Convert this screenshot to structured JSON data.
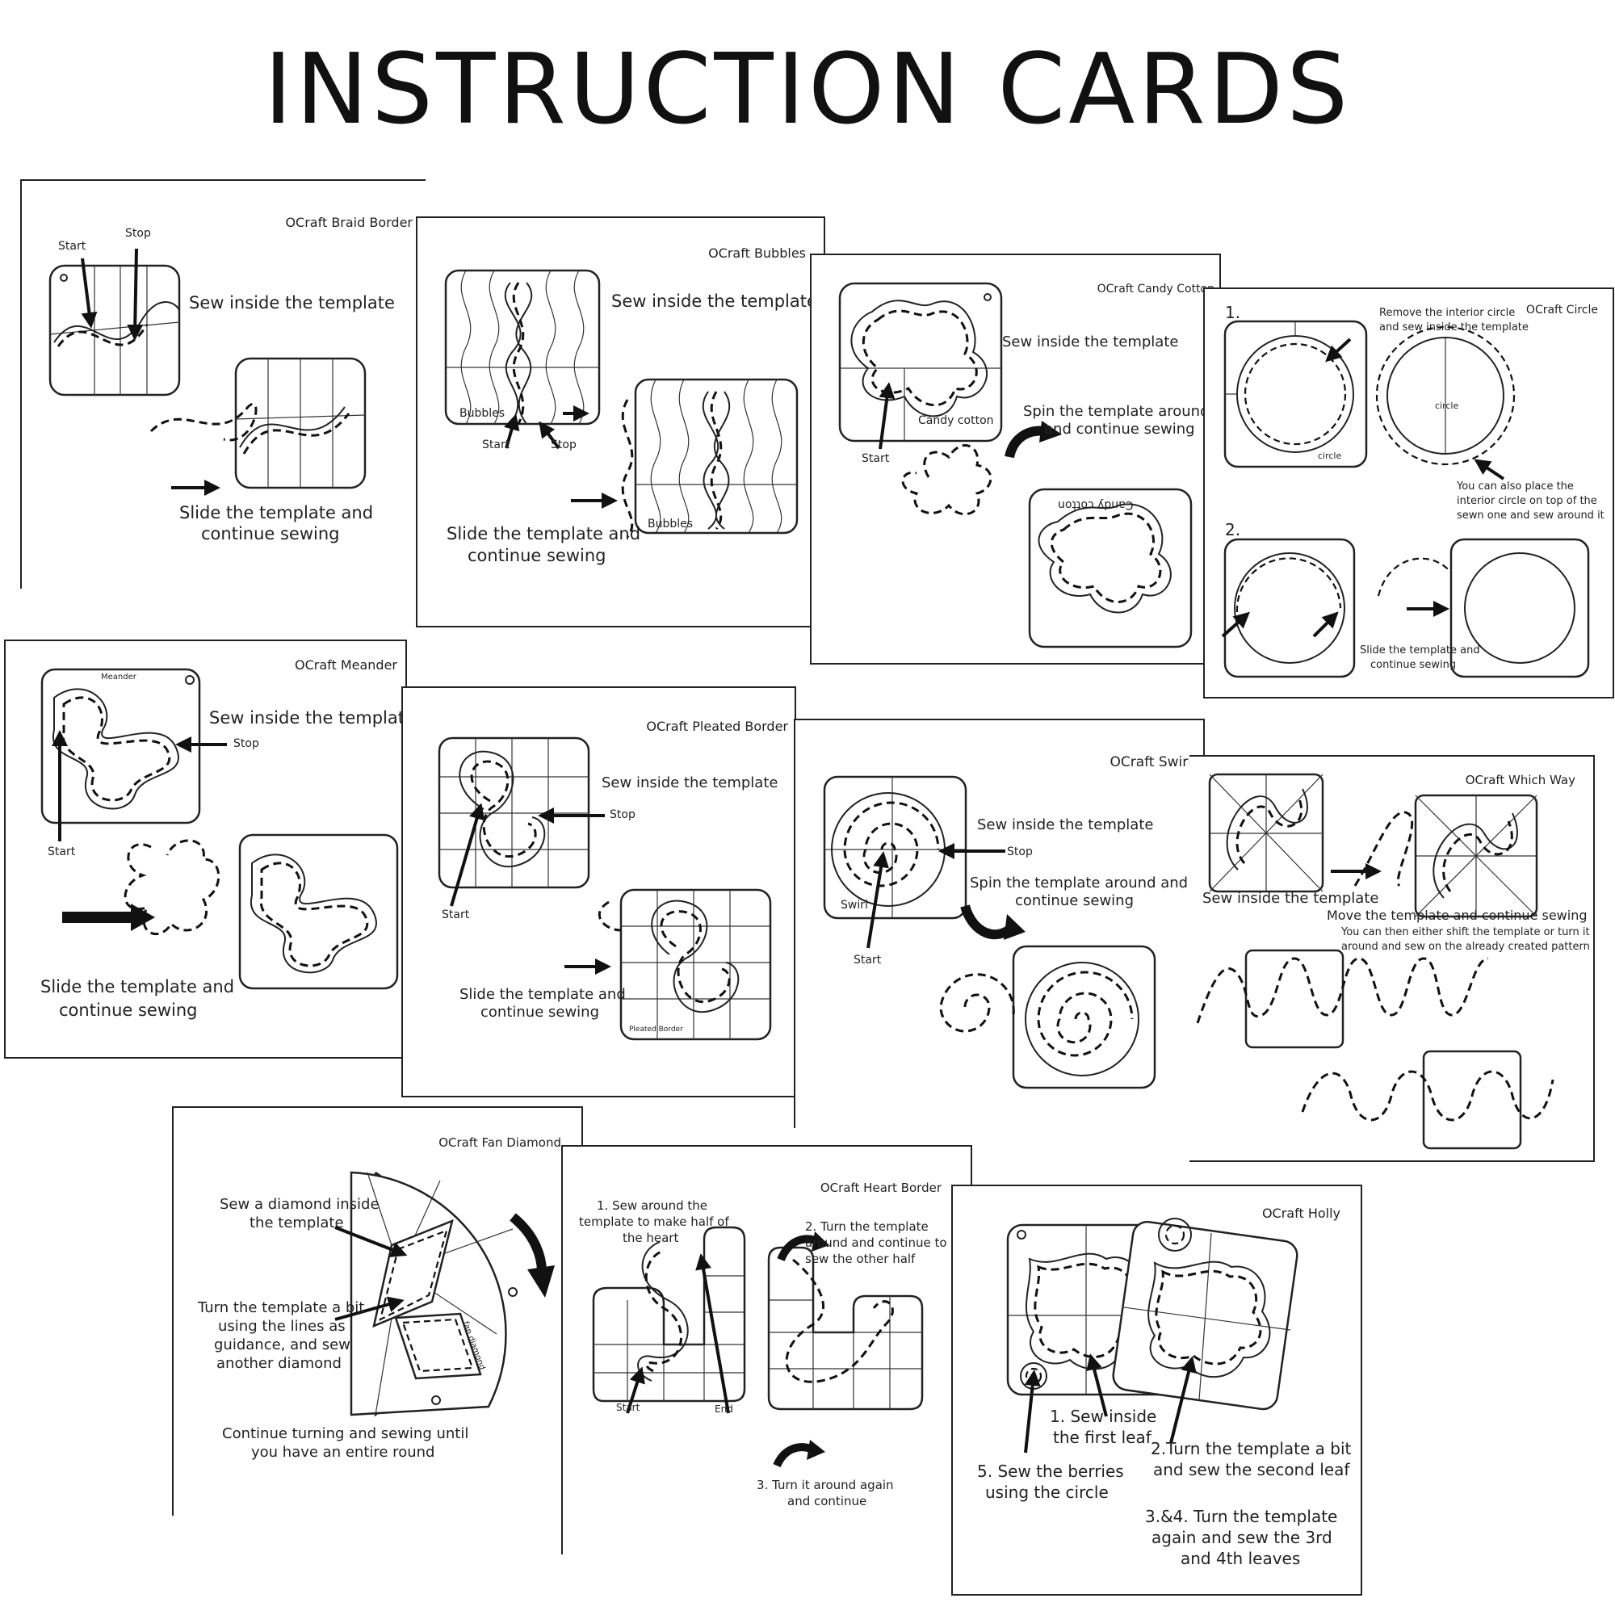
{
  "page": {
    "title": "INSTRUCTION CARDS"
  },
  "cards": {
    "braid": {
      "title": "OCraft Braid Border",
      "start": "Start",
      "stop": "Stop",
      "sew": "Sew inside the template",
      "slide1": "Slide the template and",
      "slide2": "continue sewing"
    },
    "bubbles": {
      "title": "OCraft Bubbles",
      "sew": "Sew inside the template",
      "label": "Bubbles",
      "label2": "Bubbles",
      "start": "Start",
      "stop": "Stop",
      "slide1": "Slide the template and",
      "slide2": "continue sewing"
    },
    "candy": {
      "title": "OCraft Candy Cotton",
      "sew": "Sew inside the template",
      "label": "Candy  cotton",
      "label2": "Candy cotton",
      "start": "Start",
      "spin1": "Spin the template around",
      "spin2": "and continue sewing"
    },
    "circle": {
      "title": "OCraft Circle",
      "step1": "1.",
      "step2": "2.",
      "remove1": "Remove the interior circle",
      "remove2": "and sew inside the template",
      "lbl_circle": "circle",
      "lbl_circle2": "circle",
      "also1": "You can also  place the",
      "also2": "interior circle on top of the",
      "also3": "sewn one and sew around it",
      "slide1": "Slide the template and",
      "slide2": "continue sewing"
    },
    "meander": {
      "title": "OCraft Meander",
      "label": "Meander",
      "sew": "Sew inside the template",
      "stop": "Stop",
      "start": "Start",
      "slide1": "Slide the template and",
      "slide2": "continue  sewing"
    },
    "pleated": {
      "title": "OCraft Pleated Border",
      "sew": "Sew inside the template",
      "stop": "Stop",
      "start": "Start",
      "label": "Pleated Border",
      "slide1": "Slide the template and",
      "slide2": "continue  sewing"
    },
    "swirl": {
      "title": "OCraft Swirl",
      "sew": "Sew inside the template",
      "stop": "Stop",
      "label": "Swirl",
      "start": "Start",
      "spin1": "Spin the template  around and",
      "spin2": "continue sewing"
    },
    "whichway": {
      "title": "OCraft Which Way",
      "sew": "Sew inside the template",
      "move": "Move the template and continue sewing",
      "shift1": "You can then either shift the template or turn it",
      "shift2": "around and sew on the already created pattern"
    },
    "fan": {
      "title": "OCraft Fan Diamond",
      "sew1": "Sew a diamond inside",
      "sew2": "the template",
      "turn1": "Turn the template a bit",
      "turn2": "using the lines as",
      "turn3": "guidance, and sew",
      "turn4": "another diamond",
      "cont1": "Continue turning and sewing until",
      "cont2": "you have an entire round",
      "label": "fan diamond"
    },
    "heart": {
      "title": "OCraft Heart Border",
      "s1a": "1. Sew around the",
      "s1b": "template to make half of",
      "s1c": "the heart",
      "s2a": "2. Turn the template",
      "s2b": "around and continue to",
      "s2c": "sew the other half",
      "s3a": "3. Turn it around again",
      "s3b": "and continue",
      "start": "Start",
      "end": "End"
    },
    "holly": {
      "title": "OCraft Holly",
      "s1a": "1. Sew inside",
      "s1b": "the first leaf",
      "s2a": "2.Turn the template a bit",
      "s2b": "and sew the second leaf",
      "s5a": "5. Sew the berries",
      "s5b": "using the circle",
      "s34a": "3.&4. Turn the template",
      "s34b": "again and sew the 3rd",
      "s34c": "and 4th leaves"
    }
  }
}
